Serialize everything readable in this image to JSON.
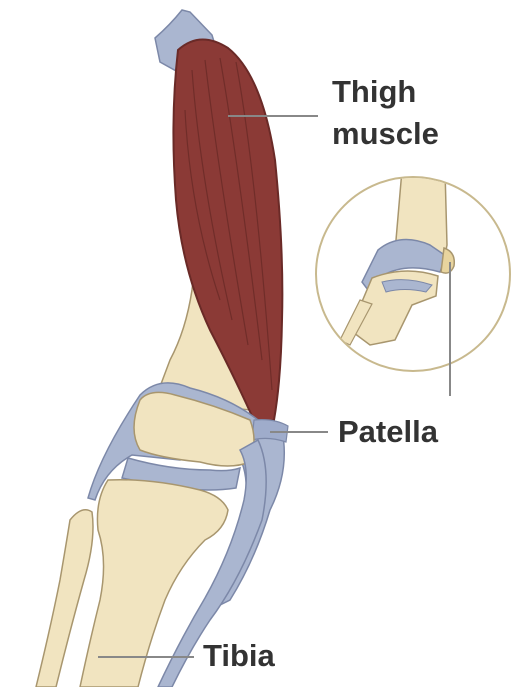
{
  "labels": {
    "thigh_line1": "Thigh",
    "thigh_line2": "muscle",
    "patella": "Patella",
    "tibia": "Tibia"
  },
  "colors": {
    "bone": "#f1e4c0",
    "bone_outline": "#a8966e",
    "muscle": "#8b3a36",
    "muscle_dark": "#6a2a27",
    "cartilage": "#aab6d0",
    "cartilage_outline": "#7c88a8",
    "leader_line": "#888888",
    "inset_circle": "#c8b98e",
    "label_text": "#333333"
  }
}
